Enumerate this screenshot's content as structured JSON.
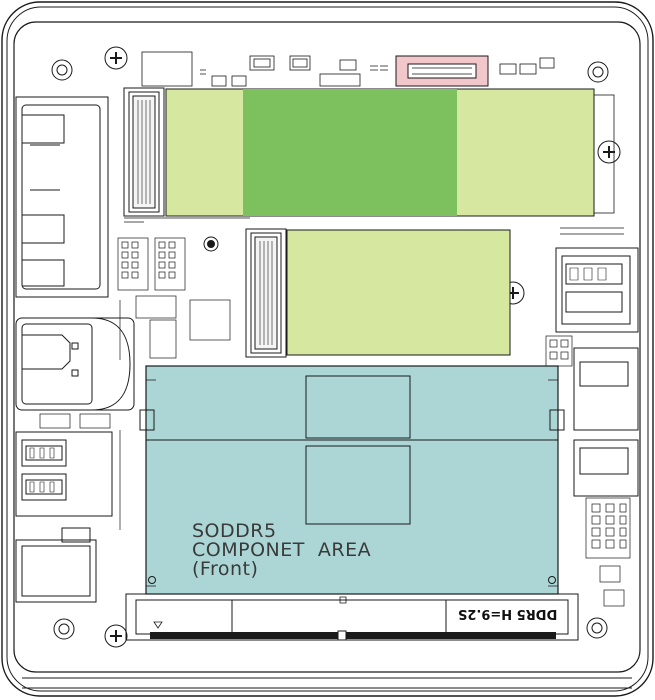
{
  "diagram": {
    "colors": {
      "outline": "#1a1a1a",
      "m2_light": "#d6e8a0",
      "m2_dark": "#7dc15f",
      "sodimm": "#acd6d6",
      "connector_pink": "#f2c7cc",
      "background": "#ffffff"
    },
    "sodimm": {
      "line1": "SODDR5",
      "line2": "COMPONET  AREA",
      "line3": "(Front)"
    },
    "slot_label": "DDR5 H=9.2S",
    "icons": [
      "screw-icon",
      "mounting-hole-icon",
      "usb-port-icon",
      "ethernet-port-icon",
      "hdmi-port-icon",
      "flex-connector-icon"
    ]
  }
}
